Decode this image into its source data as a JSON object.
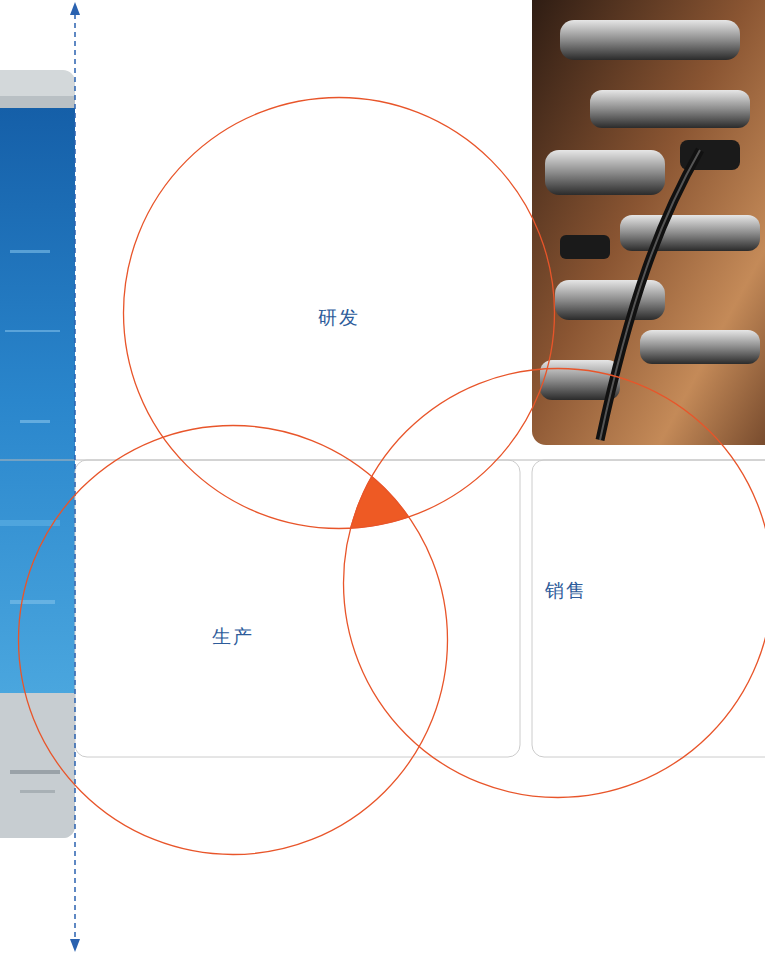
{
  "diagram": {
    "nodes": [
      {
        "text": [
          "研发"
        ]
      },
      {
        "text": [
          "生产"
        ]
      },
      {
        "text": [
          "销售"
        ]
      }
    ]
  }
}
